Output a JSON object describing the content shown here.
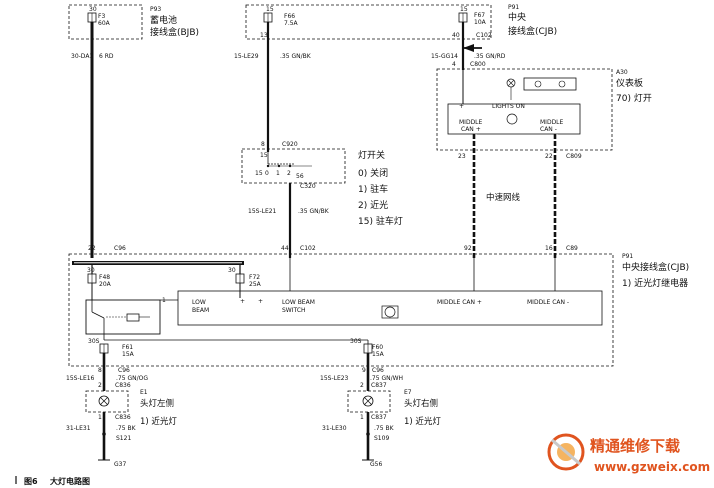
{
  "caption": {
    "figure_no": "图6",
    "title": "大灯电路图"
  },
  "watermark": {
    "text": "精通维修下载",
    "url": "www.gzweix.com"
  },
  "bjb": {
    "code": "P93",
    "name_line1": "蓄电池",
    "name_line2": "接线盒(BJB)",
    "fuse_pin": "30",
    "fuse_id": "F3",
    "fuse_rating": "60A",
    "wire_id": "30-DA1",
    "wire_color": "6 RD"
  },
  "cjb_top": {
    "code": "P91",
    "name_line1": "中央",
    "name_line2": "接线盒(CJB)",
    "f66_pin": "15",
    "f66_id": "F66",
    "f66_rating": "7.5A",
    "f66_pin_bottom": "13",
    "f66_wire": "15-LE29",
    "f66_color": ".35 GN/BK",
    "f67_pin": "15",
    "f67_id": "F67",
    "f67_rating": "10A",
    "f67_pin_bottom": "40",
    "f67_conn": "C102",
    "f67_wire": "15-GG14",
    "f67_color": ".35 GN/RD"
  },
  "a30": {
    "code": "A30",
    "name_line1": "仪表板",
    "name_line2": "70) 灯开",
    "pin_in": "4",
    "conn_in": "C800",
    "lights_on": "LIGHTS ON",
    "mid_left": "MIDDLE\nCAN +",
    "mid_left_1": "MIDDLE",
    "mid_left_2": "CAN +",
    "mid_right_1": "MIDDLE",
    "mid_right_2": "CAN -",
    "pin_left": "23",
    "pin_right": "22",
    "conn_out": "C809",
    "plus": "+"
  },
  "switch": {
    "title": "灯开关",
    "pos0": "0) 关闭",
    "pos1": "1) 驻车",
    "pos2": "2) 近光",
    "pos15": "15) 驻车灯",
    "pin_top": "8",
    "conn_top": "C920",
    "pin_15": "15",
    "pin_0": "0",
    "pin_2": "2",
    "pin_56": "56",
    "pin_15b": "15",
    "pin_bottom": "1",
    "conn_bottom": "C320",
    "wire": "15S-LE21",
    "color": ".35 GN/BK"
  },
  "can_label": "中速网线",
  "cjb_main": {
    "code": "P91",
    "name": "中央接线盒(CJB)",
    "relay": "1) 近光灯继电器",
    "pin_22": "22",
    "conn_c96": "C96",
    "pin_44": "44",
    "conn_c102": "C102",
    "pin_92": "92",
    "pin_16": "16",
    "conn_c89": "C89",
    "f48_pin": "30",
    "f48_id": "F48",
    "f48_rating": "20A",
    "f72_pin": "30",
    "f72_id": "F72",
    "f72_rating": "25A",
    "low_beam_1": "LOW",
    "low_beam_2": "BEAM",
    "lb_switch_1": "LOW BEAM",
    "lb_switch_2": "SWITCH",
    "mid_can_plus": "MIDDLE CAN +",
    "mid_can_minus": "MIDDLE CAN -",
    "relay_pin": "1",
    "f61_pin": "30S",
    "f61_id": "F61",
    "f61_rating": "15A",
    "f61_bottom": "8",
    "conn_c96b": "C96",
    "f60_pin": "30S",
    "f60_id": "F60",
    "f60_rating": "15A",
    "f60_bottom": "9",
    "plus": "+",
    "minus": "-"
  },
  "left_lamp": {
    "wire": "15S-LE16",
    "color": ".75 GN/OG",
    "pin_top": "2",
    "conn_top": "C836",
    "code": "E1",
    "name": "头灯左侧",
    "sub": "1) 近光灯",
    "pin_bot": "1",
    "conn_bot": "C836",
    "wire_bot": "31-LE31",
    "color_bot": ".75 BK",
    "splice": "S121",
    "ground": "G37"
  },
  "right_lamp": {
    "wire": "15S-LE23",
    "color": ".75 GN/WH",
    "pin_top": "2",
    "conn_top": "C837",
    "code": "E7",
    "name": "头灯右侧",
    "sub": "1) 近光灯",
    "pin_bot": "1",
    "conn_bot": "C837",
    "wire_bot": "31-LE30",
    "color_bot": ".75 BK",
    "splice": "S109",
    "ground": "G56"
  }
}
